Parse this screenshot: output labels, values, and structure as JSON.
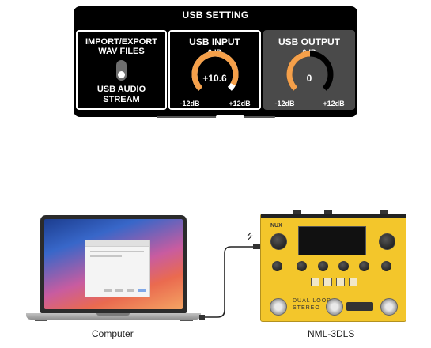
{
  "panel": {
    "title": "USB SETTING",
    "import": {
      "line1": "IMPORT/EXPORT",
      "line2": "WAV FILES",
      "line3": "USB AUDIO",
      "line4": "STREAM"
    },
    "usb_input": {
      "label": "USB INPUT",
      "top": "0dB",
      "value": "+10.6",
      "min": "-12dB",
      "max": "+12dB",
      "level_db": 10.6
    },
    "usb_output": {
      "label": "USB OUTPUT",
      "top": "0dB",
      "value": "0",
      "min": "-12dB",
      "max": "+12dB",
      "level_db": 0
    }
  },
  "colors": {
    "accent": "#f5a04a",
    "panel_bg": "#000000",
    "selected_bg": "#4a4a4a",
    "pedal": "#f3c62b"
  },
  "diagram": {
    "computer_label": "Computer",
    "device_label": "NML-3DLS",
    "pedal_brand": "NUX",
    "pedal_text_line1": "DUAL LOOP",
    "pedal_text_line2": "STEREO",
    "usb_symbol": "⭍"
  }
}
